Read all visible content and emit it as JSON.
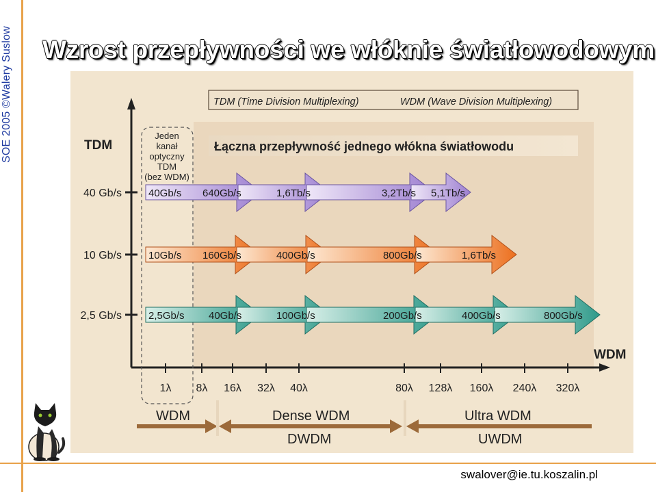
{
  "side_label": "SOE 2005  ©Walery Suslow",
  "title": "Wzrost przepływności we włóknie światłowodowym",
  "footer_email": "swalover@ie.tu.koszalin.pl",
  "legend": {
    "tdm": "TDM (Time Division Multiplexing)",
    "wdm": "WDM (Wave Division Multiplexing)"
  },
  "subtitle": "Łączna przepływność jednego włókna światłowodu",
  "axis": {
    "y_label": "TDM",
    "x_label": "WDM",
    "y_ticks": [
      "40 Gb/s",
      "10 Gb/s",
      "2,5 Gb/s"
    ],
    "x_ticks": [
      "1λ",
      "8λ",
      "16λ",
      "32λ",
      "40λ",
      "80λ",
      "128λ",
      "160λ",
      "240λ",
      "320λ"
    ]
  },
  "single_channel_box": [
    "Jeden",
    "kanał",
    "optyczny",
    "TDM",
    "(bez WDM)"
  ],
  "rows": [
    {
      "rate": "40 Gb/s",
      "labels": [
        "40Gb/s",
        "640Gb/s",
        "1,6Tb/s",
        "3,2Tb/s",
        "5,1Tb/s"
      ]
    },
    {
      "rate": "10 Gb/s",
      "labels": [
        "10Gb/s",
        "160Gb/s",
        "400Gb/s",
        "800Gb/s",
        "1,6Tb/s"
      ]
    },
    {
      "rate": "2,5 Gb/s",
      "labels": [
        "2,5Gb/s",
        "40Gb/s",
        "100Gb/s",
        "200Gb/s",
        "400Gb/s",
        "800Gb/s"
      ]
    }
  ],
  "bands": {
    "wdm": "WDM",
    "dense": "Dense WDM",
    "dwdm": "DWDM",
    "ultra": "Ultra WDM",
    "uwdm": "UWDM"
  },
  "colors": {
    "accent": "#e8a24a",
    "title_blue": "#1e3aa0",
    "panel": "#f2e5cf",
    "row_purple": "#b59ad6",
    "row_orange": "#f08a3c",
    "row_teal": "#4aa99a"
  }
}
